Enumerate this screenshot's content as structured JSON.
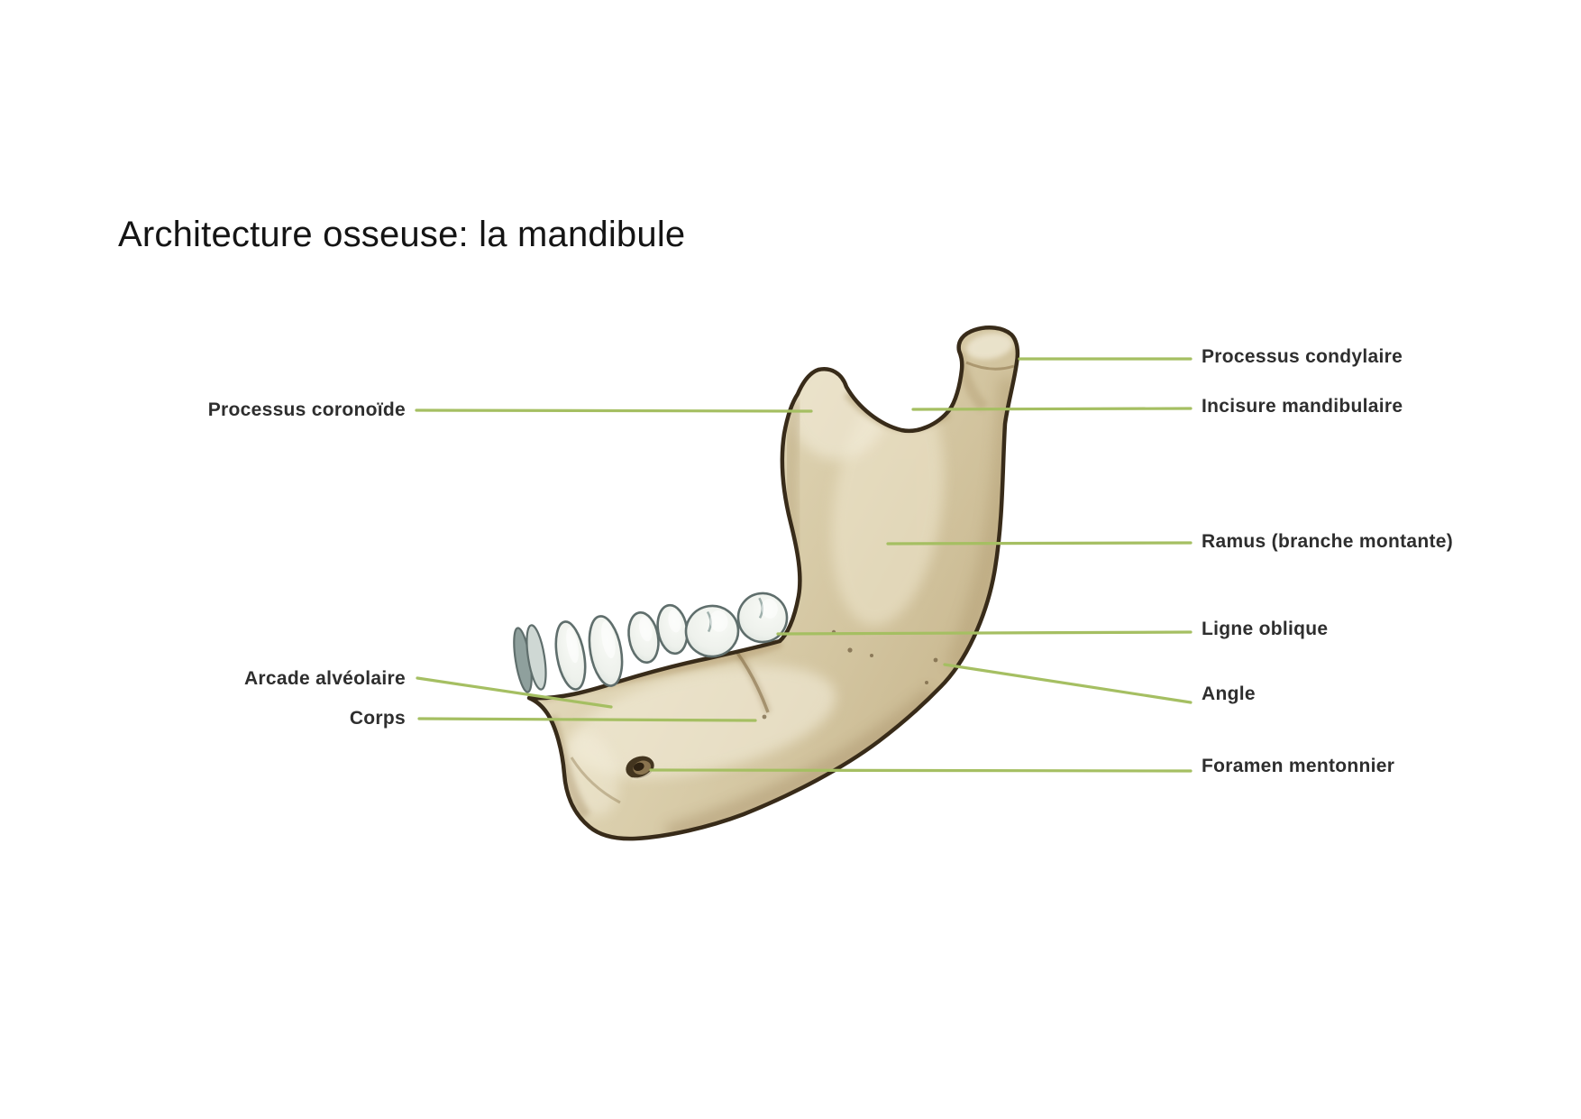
{
  "title": "Architecture osseuse: la mandibule",
  "figure": {
    "left_labels": [
      {
        "text": "Processus coronoïde"
      },
      {
        "text": "Arcade alvéolaire"
      },
      {
        "text": "Corps"
      }
    ],
    "right_labels": [
      {
        "text": "Processus condylaire"
      },
      {
        "text": "Incisure mandibulaire"
      },
      {
        "text": "Ramus (branche montante)"
      },
      {
        "text": "Ligne oblique"
      },
      {
        "text": "Angle"
      },
      {
        "text": "Foramen mentonnier"
      }
    ],
    "colors": {
      "leader_line": "#a5bf62",
      "bone_fill": "#ddd2b2",
      "bone_shadow": "#b39f78",
      "bone_highlight": "#f2ecda",
      "bone_outline": "#382b19",
      "teeth_fill": "#eef1ec",
      "teeth_outline": "#5f6e6c",
      "label_text": "#2e2e2e"
    }
  }
}
